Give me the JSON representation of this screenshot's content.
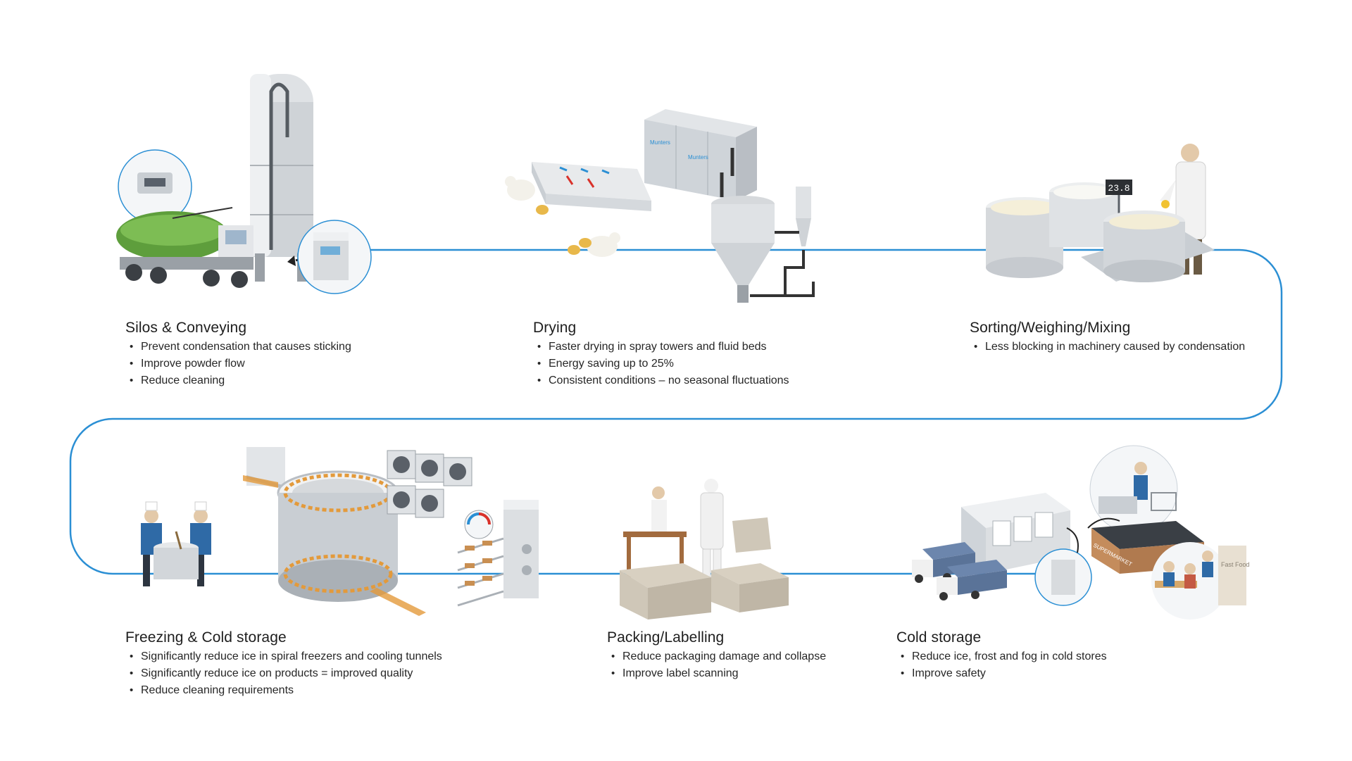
{
  "brand_label": "Munters",
  "colors": {
    "flow_line": "#2b8fd4",
    "machine_light": "#e6e8ea",
    "machine_mid": "#b9bec4",
    "machine_dark": "#7b838b",
    "truck_green": "#5e9e3c",
    "box_tan": "#cfc7b8",
    "worker_blue": "#2f6aa6",
    "heat_red": "#d9322b"
  },
  "stages": [
    {
      "id": "silos",
      "title": "Silos & Conveying",
      "icon": "silo-truck-icon",
      "bullets": [
        "Prevent condensation that causes sticking",
        "Improve powder flow",
        "Reduce cleaning"
      ]
    },
    {
      "id": "drying",
      "title": "Drying",
      "icon": "spray-dryer-icon",
      "bullets": [
        "Faster drying in spray towers and fluid beds",
        "Energy saving up to 25%",
        "Consistent conditions – no seasonal fluctuations"
      ]
    },
    {
      "id": "sorting",
      "title": "Sorting/Weighing/Mixing",
      "icon": "mixing-scale-icon",
      "scale_readout": "23.8",
      "bullets": [
        "Less blocking in machinery caused by condensation"
      ]
    },
    {
      "id": "freezing",
      "title": "Freezing & Cold storage",
      "icon": "spiral-freezer-icon",
      "bullets": [
        "Significantly reduce ice in spiral freezers and cooling tunnels",
        "Significantly reduce ice on products = improved quality",
        "Reduce cleaning requirements"
      ]
    },
    {
      "id": "packing",
      "title": "Packing/Labelling",
      "icon": "packing-boxes-icon",
      "bullets": [
        "Reduce packaging damage and collapse",
        "Improve label scanning"
      ]
    },
    {
      "id": "cold-storage",
      "title": "Cold storage",
      "icon": "cold-store-icon",
      "store_signs": [
        "SUPERMARKET",
        "Fast Food"
      ],
      "bullets": [
        "Reduce ice, frost and fog in cold stores",
        "Improve safety"
      ]
    }
  ]
}
